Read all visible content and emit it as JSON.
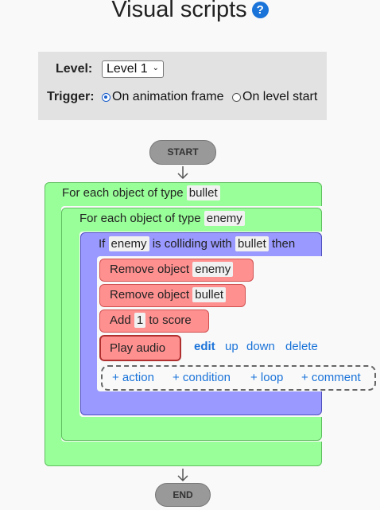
{
  "page": {
    "title": "Visual scripts",
    "help_glyph": "?"
  },
  "settings": {
    "level_label": "Level:",
    "level_value": "Level 1",
    "trigger_label": "Trigger:",
    "trigger_options": [
      "On animation frame",
      "On level start"
    ]
  },
  "flow": {
    "start": "START",
    "end": "END"
  },
  "script": {
    "loop1": {
      "text": "For each object of type",
      "type": "bullet"
    },
    "loop2": {
      "text": "For each object of type",
      "type": "enemy"
    },
    "cond": {
      "if": "If",
      "obj1": "enemy",
      "mid": "is colliding with",
      "obj2": "bullet",
      "then": "then"
    },
    "actions": {
      "remove1": {
        "text": "Remove object",
        "obj": "enemy"
      },
      "remove2": {
        "text": "Remove object",
        "obj": "bullet"
      },
      "add": {
        "pre": "Add",
        "value": "1",
        "post": "to score"
      },
      "play": "Play audio"
    },
    "controls": {
      "edit": "edit",
      "up": "up",
      "down": "down",
      "delete": "delete"
    },
    "adders": {
      "action": "+ action",
      "condition": "+ condition",
      "loop": "+ loop",
      "comment": "+ comment"
    }
  }
}
